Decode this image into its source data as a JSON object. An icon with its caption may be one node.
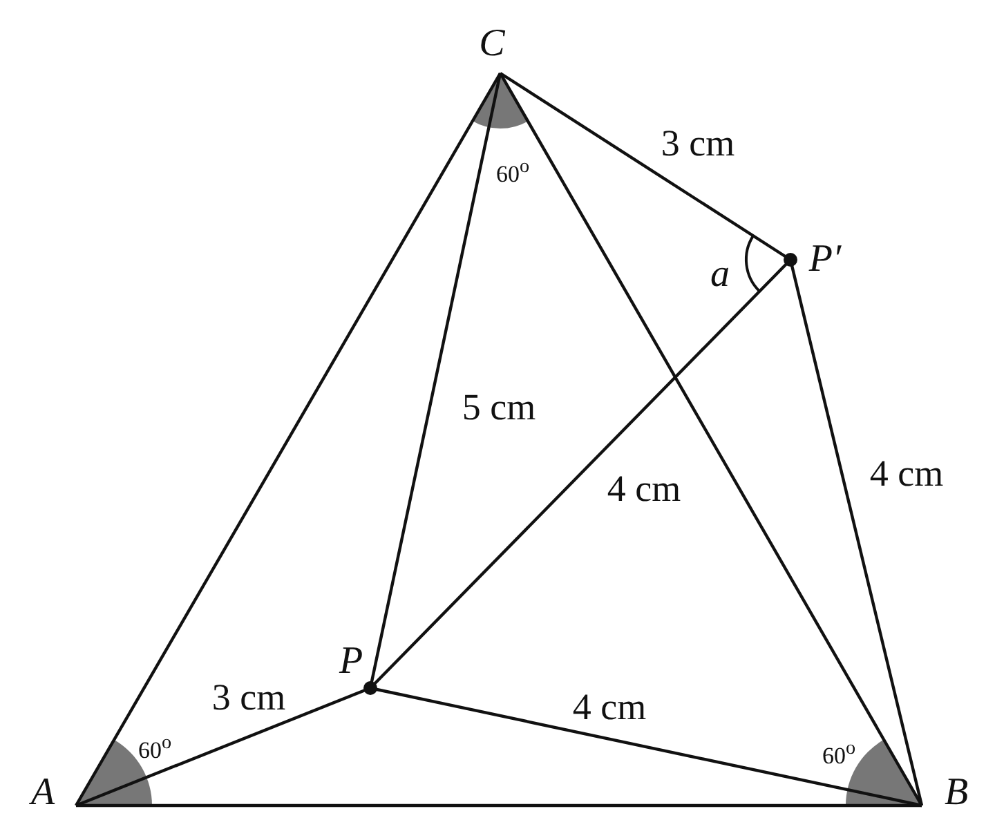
{
  "diagram": {
    "nodes": [
      {
        "text": [
          "C"
        ]
      },
      {
        "text": [
          "P′"
        ]
      },
      {
        "text": [
          "P"
        ]
      },
      {
        "text": [
          "A"
        ]
      },
      {
        "text": [
          "B"
        ]
      }
    ],
    "edges": [
      {
        "from": 0,
        "to": 3,
        "arrow": "none"
      },
      {
        "from": 0,
        "to": 4,
        "arrow": "none"
      },
      {
        "from": 0,
        "to": 1,
        "arrow": "none",
        "label": "3 cm"
      },
      {
        "from": 0,
        "to": 2,
        "arrow": "none",
        "label": "5 cm"
      },
      {
        "from": 1,
        "to": 2,
        "arrow": "none",
        "label": "4 cm"
      },
      {
        "from": 1,
        "to": 4,
        "arrow": "none",
        "label": "4 cm"
      },
      {
        "from": 3,
        "to": 2,
        "arrow": "none",
        "label": "3 cm"
      },
      {
        "from": 2,
        "to": 4,
        "arrow": "none",
        "label": "4 cm"
      },
      {
        "from": 3,
        "to": 4,
        "arrow": "none"
      }
    ],
    "labels": [
      "60$^{o}$",
      "a",
      "60$^{o}$",
      "60$^{o}$"
    ]
  }
}
